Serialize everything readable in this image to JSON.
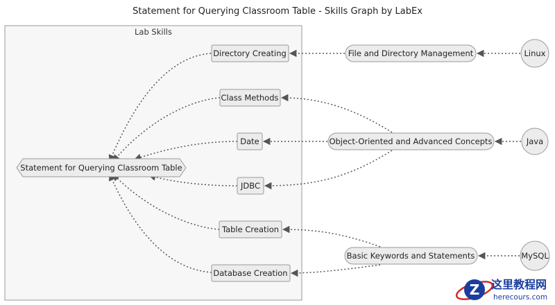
{
  "header": {
    "title": "Statement for Querying Classroom Table - Skills Graph by LabEx"
  },
  "cluster": {
    "label": "Lab Skills"
  },
  "nodes": {
    "root": "Statement for Querying Classroom Table",
    "directory_creating": "Directory Creating",
    "class_methods": "Class Methods",
    "date": "Date",
    "jdbc": "JDBC",
    "table_creation": "Table Creation",
    "database_creation": "Database Creation",
    "file_dir_mgmt": "File and Directory Management",
    "oop_concepts": "Object-Oriented and Advanced Concepts",
    "basic_keywords": "Basic Keywords and Statements",
    "linux": "Linux",
    "java": "Java",
    "mysql": "MySQL"
  },
  "watermark": {
    "logo_glyph": "Z",
    "text_cn": "这里教程网",
    "text_url": "herecours.com"
  },
  "colors": {
    "node_fill": "#ececec",
    "node_stroke": "#9a9a9a",
    "cluster_fill": "#f7f7f7",
    "edge": "#555555",
    "watermark_blue": "#1a3d9e",
    "watermark_red": "#d42a2a"
  }
}
